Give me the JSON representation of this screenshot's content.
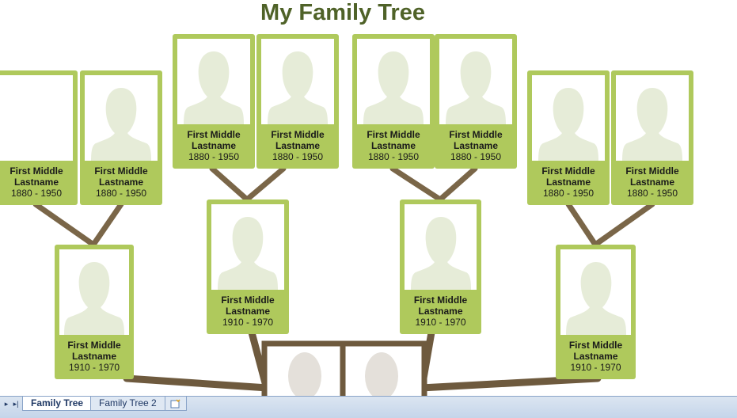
{
  "title": "My Family Tree",
  "colors": {
    "card": "#afc95c",
    "connector": "#7a6648",
    "title": "#4f6228",
    "silhouette": "#e6ecd8"
  },
  "placeholder_icon": "person-silhouette-icon",
  "great_grandparents": [
    {
      "name": "First Middle",
      "surname": "Lastname",
      "years": "1880 - 1950",
      "photo": false
    },
    {
      "name": "First Middle",
      "surname": "Lastname",
      "years": "1880 - 1950",
      "photo": true
    },
    {
      "name": "First Middle",
      "surname": "Lastname",
      "years": "1880 - 1950",
      "photo": true
    },
    {
      "name": "First Middle",
      "surname": "Lastname",
      "years": "1880 - 1950",
      "photo": true
    },
    {
      "name": "First Middle",
      "surname": "Lastname",
      "years": "1880 - 1950",
      "photo": true
    },
    {
      "name": "First Middle",
      "surname": "Lastname",
      "years": "1880 - 1950",
      "photo": true
    },
    {
      "name": "First Middle",
      "surname": "Lastname",
      "years": "1880 - 1950",
      "photo": true
    },
    {
      "name": "First Middle",
      "surname": "Lastname",
      "years": "1880 - 1950",
      "photo": true
    }
  ],
  "grandparents": [
    {
      "name": "First Middle",
      "surname": "Lastname",
      "years": "1910 - 1970"
    },
    {
      "name": "First Middle",
      "surname": "Lastname",
      "years": "1910 - 1970"
    },
    {
      "name": "First Middle",
      "surname": "Lastname",
      "years": "1910 - 1970"
    },
    {
      "name": "First Middle",
      "surname": "Lastname",
      "years": "1910 - 1970"
    }
  ],
  "sheet_tabs": [
    {
      "label": "Family Tree",
      "active": true
    },
    {
      "label": "Family Tree 2",
      "active": false
    }
  ],
  "tab_nav": {
    "next": "▸",
    "last": "▸|",
    "insert_icon": "insert-sheet-icon"
  }
}
